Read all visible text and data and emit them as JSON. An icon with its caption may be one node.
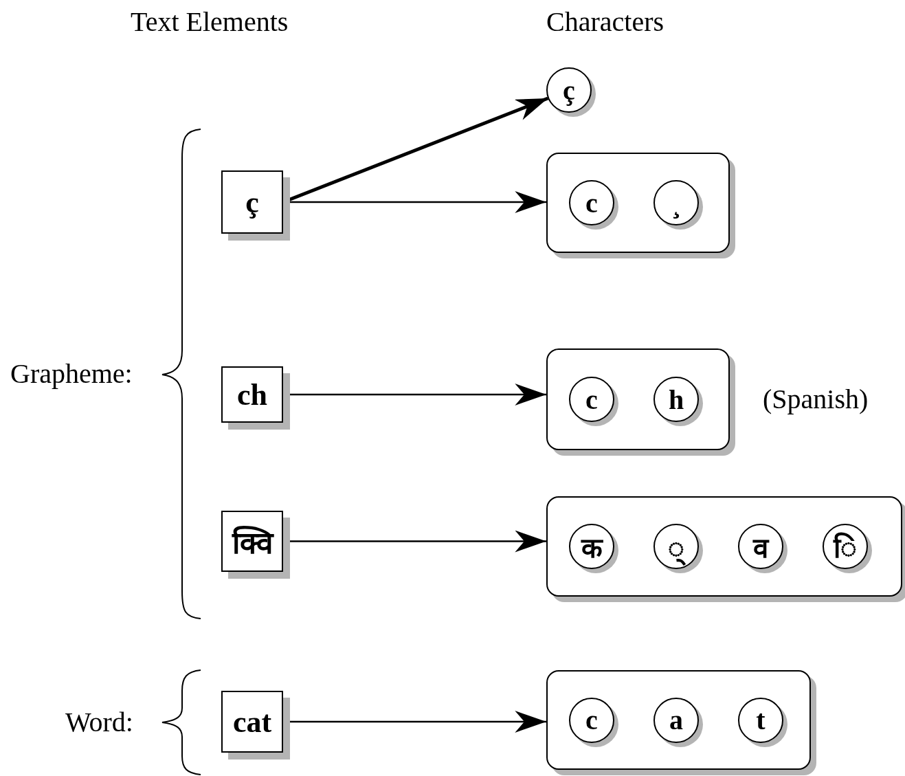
{
  "diagram": {
    "nodes": [
      {
        "text": [
          "ç"
        ]
      },
      {
        "text": [
          "ç"
        ]
      },
      {
        "text": [],
        "shape": "box"
      },
      {
        "text": [
          "c"
        ],
        "in": 2
      },
      {
        "text": [
          "̧"
        ],
        "in": 2
      },
      {
        "text": [
          "ch"
        ]
      },
      {
        "text": [],
        "shape": "box",
        "beside": [
          "(Spanish)"
        ]
      },
      {
        "text": [
          "c"
        ],
        "in": 6
      },
      {
        "text": [
          "h"
        ],
        "in": 6
      },
      {
        "text": [
          "क्वि"
        ]
      },
      {
        "text": [],
        "shape": "box"
      },
      {
        "text": [
          "क"
        ],
        "in": 10
      },
      {
        "text": [
          "्"
        ],
        "in": 10
      },
      {
        "text": [
          "व"
        ],
        "in": 10
      },
      {
        "text": [
          "ि"
        ],
        "in": 10
      },
      {
        "text": [
          "cat"
        ]
      },
      {
        "text": [],
        "shape": "box"
      },
      {
        "text": [
          "c"
        ],
        "in": 16
      },
      {
        "text": [
          "a"
        ],
        "in": 16
      },
      {
        "text": [
          "t"
        ],
        "in": 16
      }
    ],
    "edges": [
      {
        "from": 1,
        "to": 0,
        "arrow": "to",
        "style": "thick"
      },
      {
        "from": 1,
        "to": 2,
        "arrow": "to"
      },
      {
        "from": 5,
        "to": 6,
        "arrow": "to"
      },
      {
        "from": 9,
        "to": 10,
        "arrow": "to"
      },
      {
        "from": 15,
        "to": 16,
        "arrow": "to"
      }
    ],
    "labels": [
      "Text Elements",
      "Characters",
      "Grapheme:",
      "Word:"
    ]
  }
}
